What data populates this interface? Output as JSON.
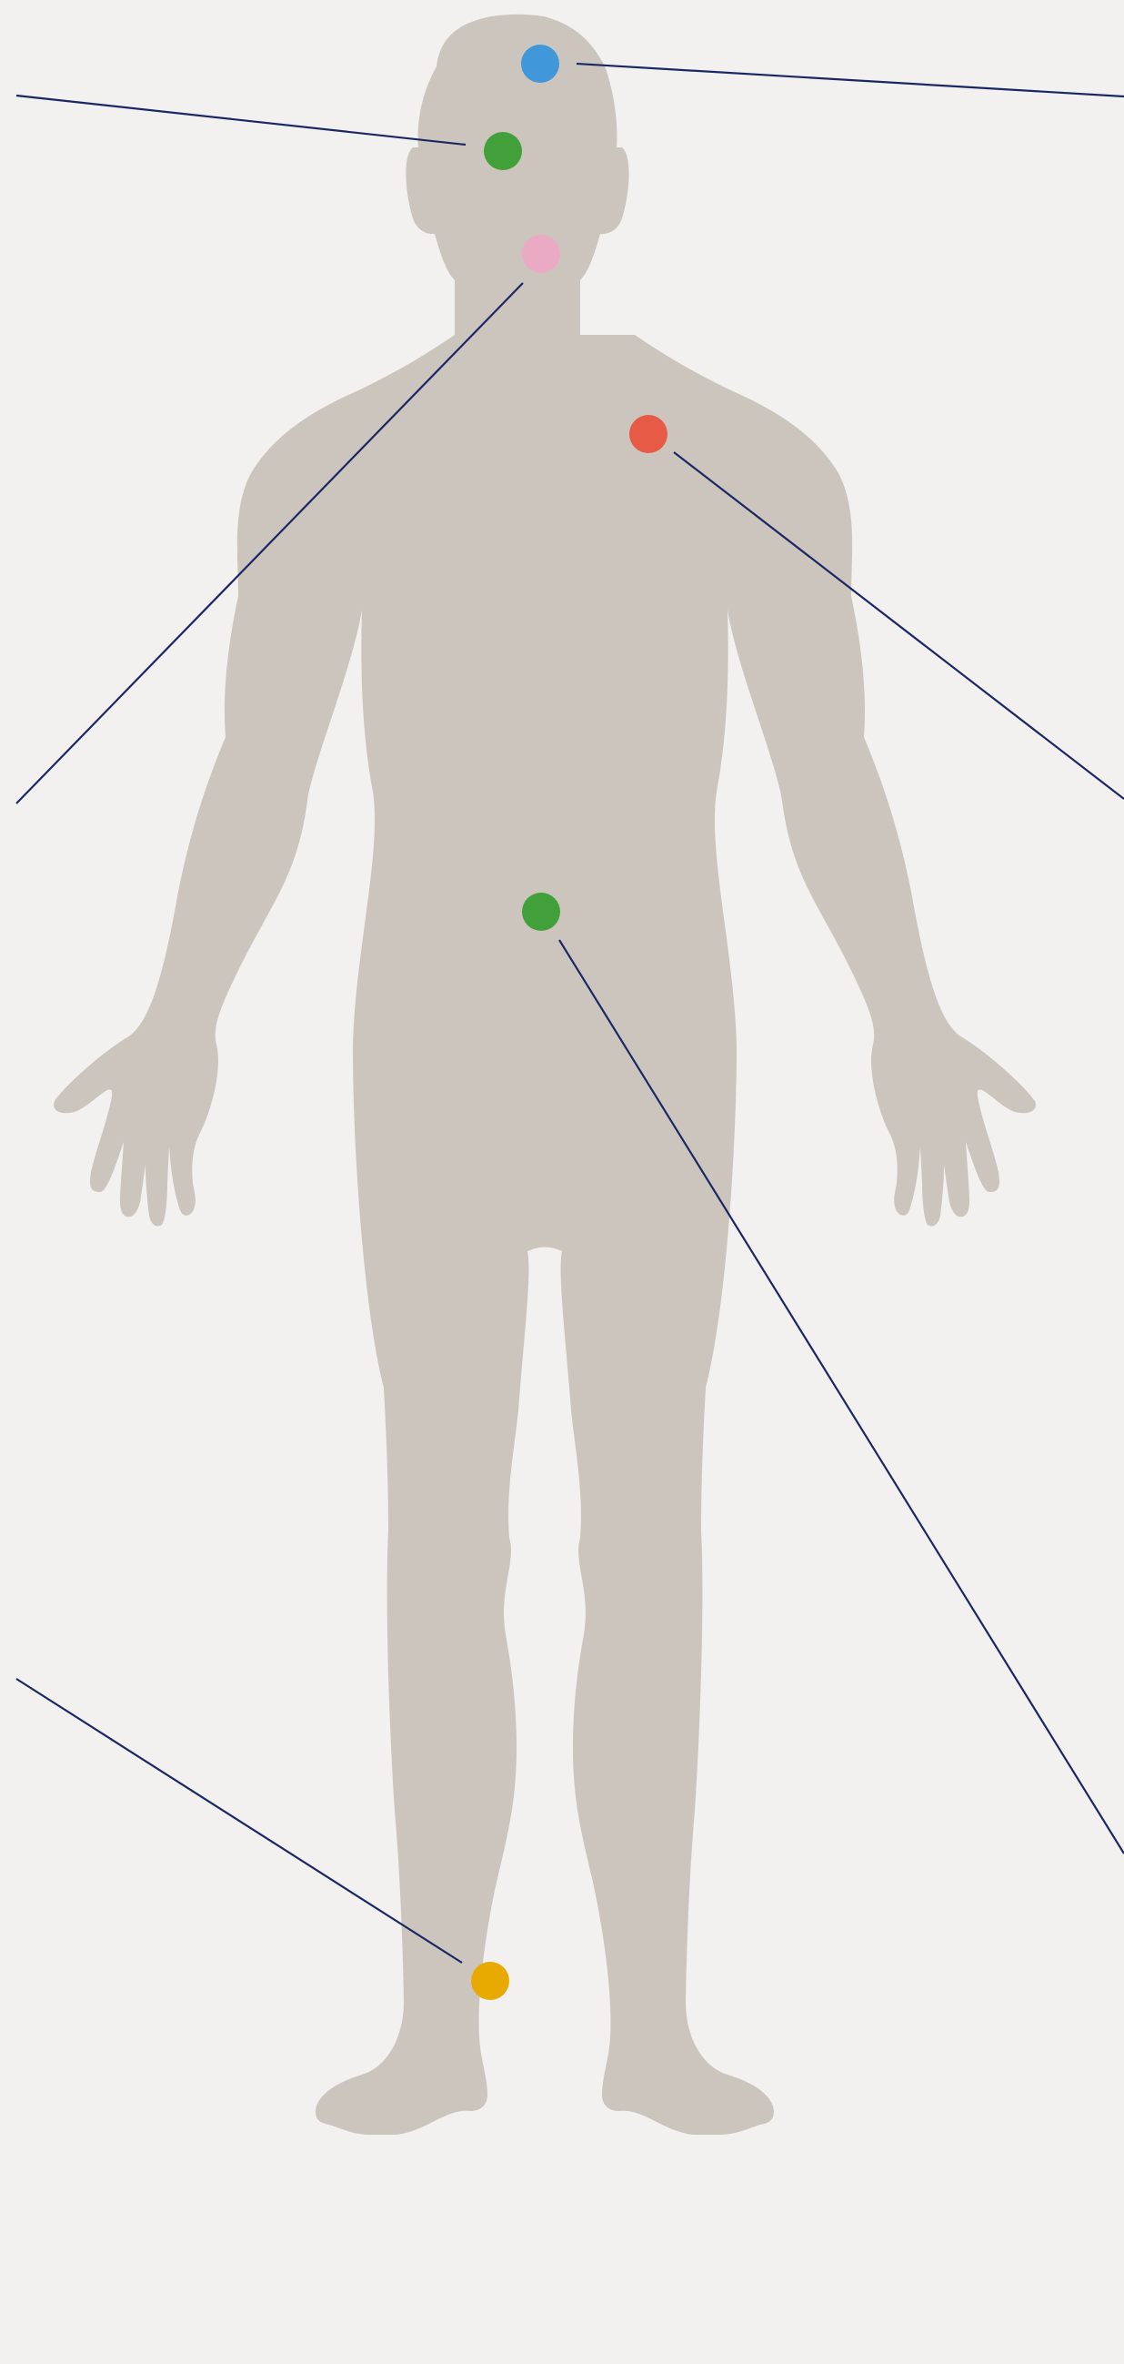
{
  "colors": {
    "background": "#f2f1f0",
    "body": "#ccc5bd",
    "leader_line": "#1b2763"
  },
  "markers": [
    {
      "id": "crown-of-head",
      "color": "#4098db"
    },
    {
      "id": "temple-left",
      "color": "#42a03a"
    },
    {
      "id": "chin",
      "color": "#ebaac3"
    },
    {
      "id": "chest-right",
      "color": "#e65a46"
    },
    {
      "id": "abdomen",
      "color": "#42a03a"
    },
    {
      "id": "shin-right",
      "color": "#e8a900"
    }
  ]
}
